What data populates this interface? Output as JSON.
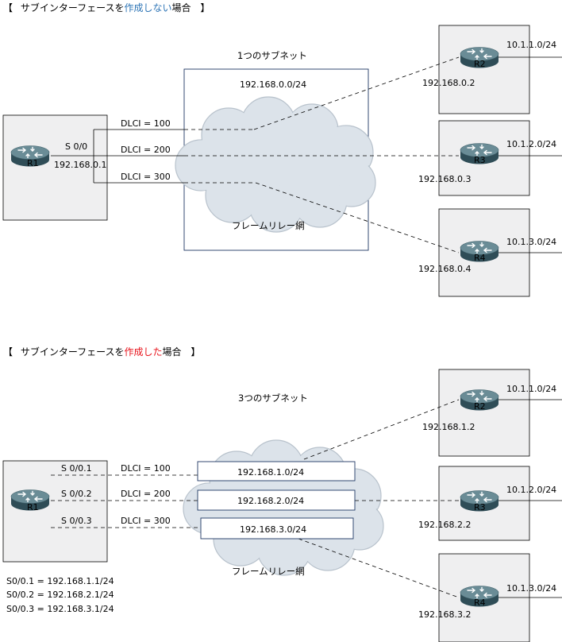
{
  "colors": {
    "blue": "#2e75b6",
    "red": "#e8141c",
    "box_fill": "#efeff0",
    "cloud_fill": "#dce3ea",
    "router_dark": "#2f4d57",
    "router_mid": "#5a7c86"
  },
  "top": {
    "heading": {
      "bracket_open": "【",
      "pre": "サブインターフェースを",
      "hi": "作成しない",
      "post": "場合",
      "bracket_close": "】"
    },
    "subnet_label": "1つのサブネット",
    "network": "192.168.0.0/24",
    "cloud_label": "フレームリレー網",
    "r1": {
      "name": "R1",
      "port": "S 0/0",
      "ip": "192.168.0.1"
    },
    "dlci": [
      "DLCI = 100",
      "DLCI = 200",
      "DLCI = 300"
    ],
    "routers": [
      {
        "name": "R2",
        "ip": "192.168.0.2",
        "net": "10.1.1.0/24"
      },
      {
        "name": "R3",
        "ip": "192.168.0.3",
        "net": "10.1.2.0/24"
      },
      {
        "name": "R4",
        "ip": "192.168.0.4",
        "net": "10.1.3.0/24"
      }
    ]
  },
  "bottom": {
    "heading": {
      "bracket_open": "【",
      "pre": "サブインターフェースを",
      "hi": "作成した",
      "post": "場合",
      "bracket_close": "】"
    },
    "subnet_label": "3つのサブネット",
    "cloud_label": "フレームリレー網",
    "r1": {
      "name": "R1",
      "ports": [
        "S 0/0.1",
        "S 0/0.2",
        "S 0/0.3"
      ]
    },
    "dlci": [
      "DLCI = 100",
      "DLCI = 200",
      "DLCI = 300"
    ],
    "subnets": [
      "192.168.1.0/24",
      "192.168.2.0/24",
      "192.168.3.0/24"
    ],
    "routers": [
      {
        "name": "R2",
        "ip": "192.168.1.2",
        "net": "10.1.1.0/24"
      },
      {
        "name": "R3",
        "ip": "192.168.2.2",
        "net": "10.1.2.0/24"
      },
      {
        "name": "R4",
        "ip": "192.168.3.2",
        "net": "10.1.3.0/24"
      }
    ],
    "assignments": [
      "S0/0.1 = 192.168.1.1/24",
      "S0/0.2 = 192.168.2.1/24",
      "S0/0.3 = 192.168.3.1/24"
    ]
  }
}
